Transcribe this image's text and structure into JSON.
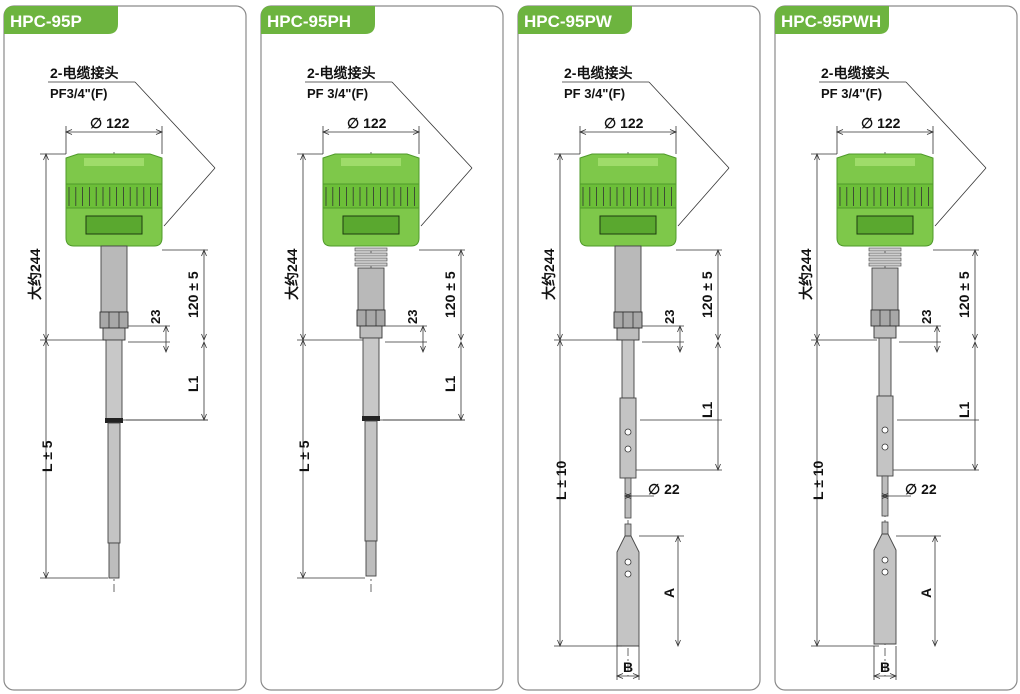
{
  "colors": {
    "green": "#7ec84a",
    "green_dark": "#4f9a2a",
    "tab_green": "#6db43f",
    "panel_border": "#8a8a8a",
    "metal": "#b9b9b9"
  },
  "panels": [
    {
      "title": "HPC-95P",
      "variant": "P",
      "connector_line1": "2-电缆接头",
      "connector_line2": "PF3/4\"(F)",
      "diameter": "∅ 122",
      "height_label": "大约244",
      "dim_120": "120 ± 5",
      "dim_23": "23",
      "dim_L1": "L1",
      "dim_L": "L ± 5"
    },
    {
      "title": "HPC-95PH",
      "variant": "PH",
      "connector_line1": "2-电缆接头",
      "connector_line2": "PF 3/4\"(F)",
      "diameter": "∅ 122",
      "height_label": "大约244",
      "dim_120": "120 ± 5",
      "dim_23": "23",
      "dim_L1": "L1",
      "dim_L": "L ± 5"
    },
    {
      "title": "HPC-95PW",
      "variant": "PW",
      "connector_line1": "2-电缆接头",
      "connector_line2": "PF 3/4\"(F)",
      "diameter": "∅ 122",
      "height_label": "大约244",
      "dim_120": "120 ± 5",
      "dim_23": "23",
      "dim_L1": "L1",
      "dim_L": "L ± 10",
      "dim_22": "∅ 22",
      "dim_A": "A",
      "dim_B": "B"
    },
    {
      "title": "HPC-95PWH",
      "variant": "PWH",
      "connector_line1": "2-电缆接头",
      "connector_line2": "PF 3/4\"(F)",
      "diameter": "∅ 122",
      "height_label": "大约244",
      "dim_120": "120 ± 5",
      "dim_23": "23",
      "dim_L1": "L1",
      "dim_L": "L ± 10",
      "dim_22": "∅ 22",
      "dim_A": "A",
      "dim_B": "B"
    }
  ]
}
